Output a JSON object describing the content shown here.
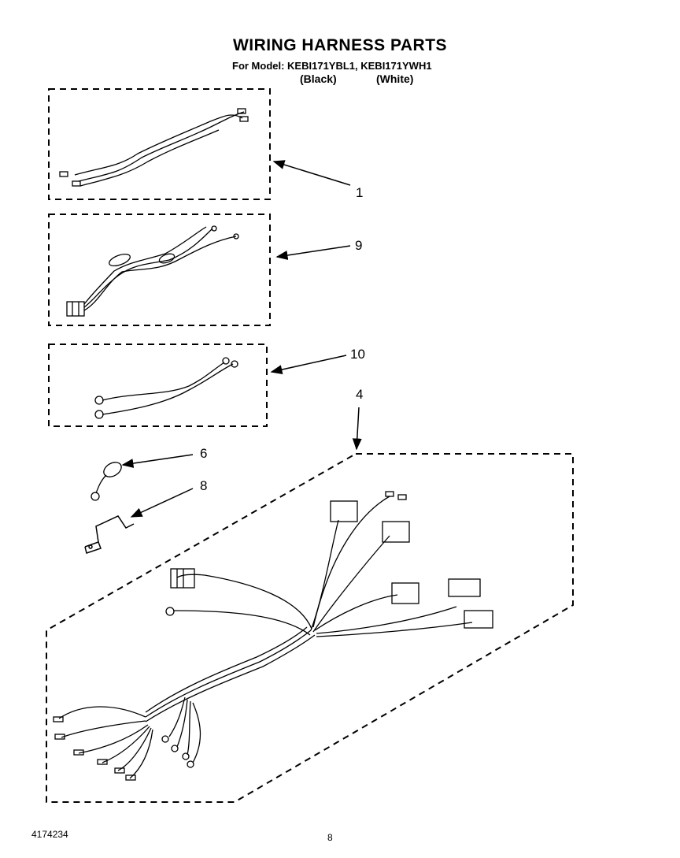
{
  "header": {
    "title": "WIRING HARNESS PARTS",
    "model_line": "For Model: KEBI171YBL1, KEBI171YWH1",
    "color_black": "(Black)",
    "color_white": "(White)"
  },
  "callouts": [
    "1",
    "9",
    "10",
    "4",
    "6",
    "8"
  ],
  "footer": {
    "part_number": "4174234",
    "page_number": "8"
  }
}
